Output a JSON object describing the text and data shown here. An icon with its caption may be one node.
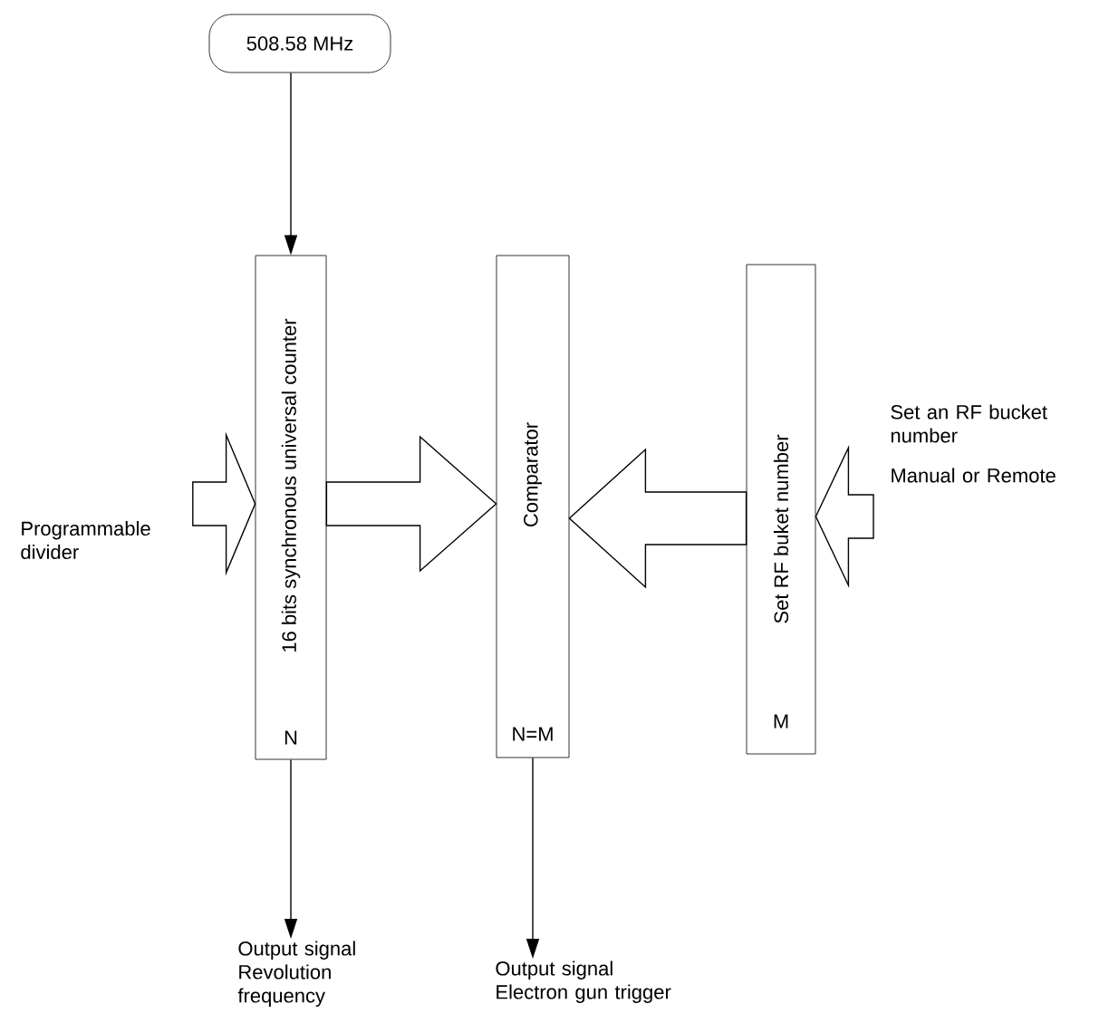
{
  "diagram": {
    "nodes": [
      {
        "text": [
          "508.58 MHz"
        ]
      },
      {
        "text": [
          "16 bits synchronous universal counter",
          "N"
        ]
      },
      {
        "text": [
          "Comparator",
          "N=M"
        ]
      },
      {
        "text": [
          "Set RF buket number",
          "M"
        ]
      },
      {
        "text": [
          "Programmable divider"
        ]
      },
      {
        "text": [
          "Output signal Revolution frequency"
        ]
      },
      {
        "text": [
          "Output signal Electron gun trigger"
        ]
      },
      {
        "text": [
          "Set an RF bucket number",
          "Manual or Remote"
        ]
      }
    ],
    "edges": [
      {
        "from": 0,
        "to": 1,
        "arrow": "to"
      },
      {
        "from": 1,
        "to": 2,
        "arrow": "to"
      },
      {
        "from": 3,
        "to": 2,
        "arrow": "to"
      },
      {
        "from": 4,
        "to": 1,
        "arrow": "to"
      },
      {
        "from": 7,
        "to": 3,
        "arrow": "to"
      },
      {
        "from": 1,
        "to": 5,
        "arrow": "to"
      },
      {
        "from": 2,
        "to": 6,
        "arrow": "to"
      }
    ]
  }
}
